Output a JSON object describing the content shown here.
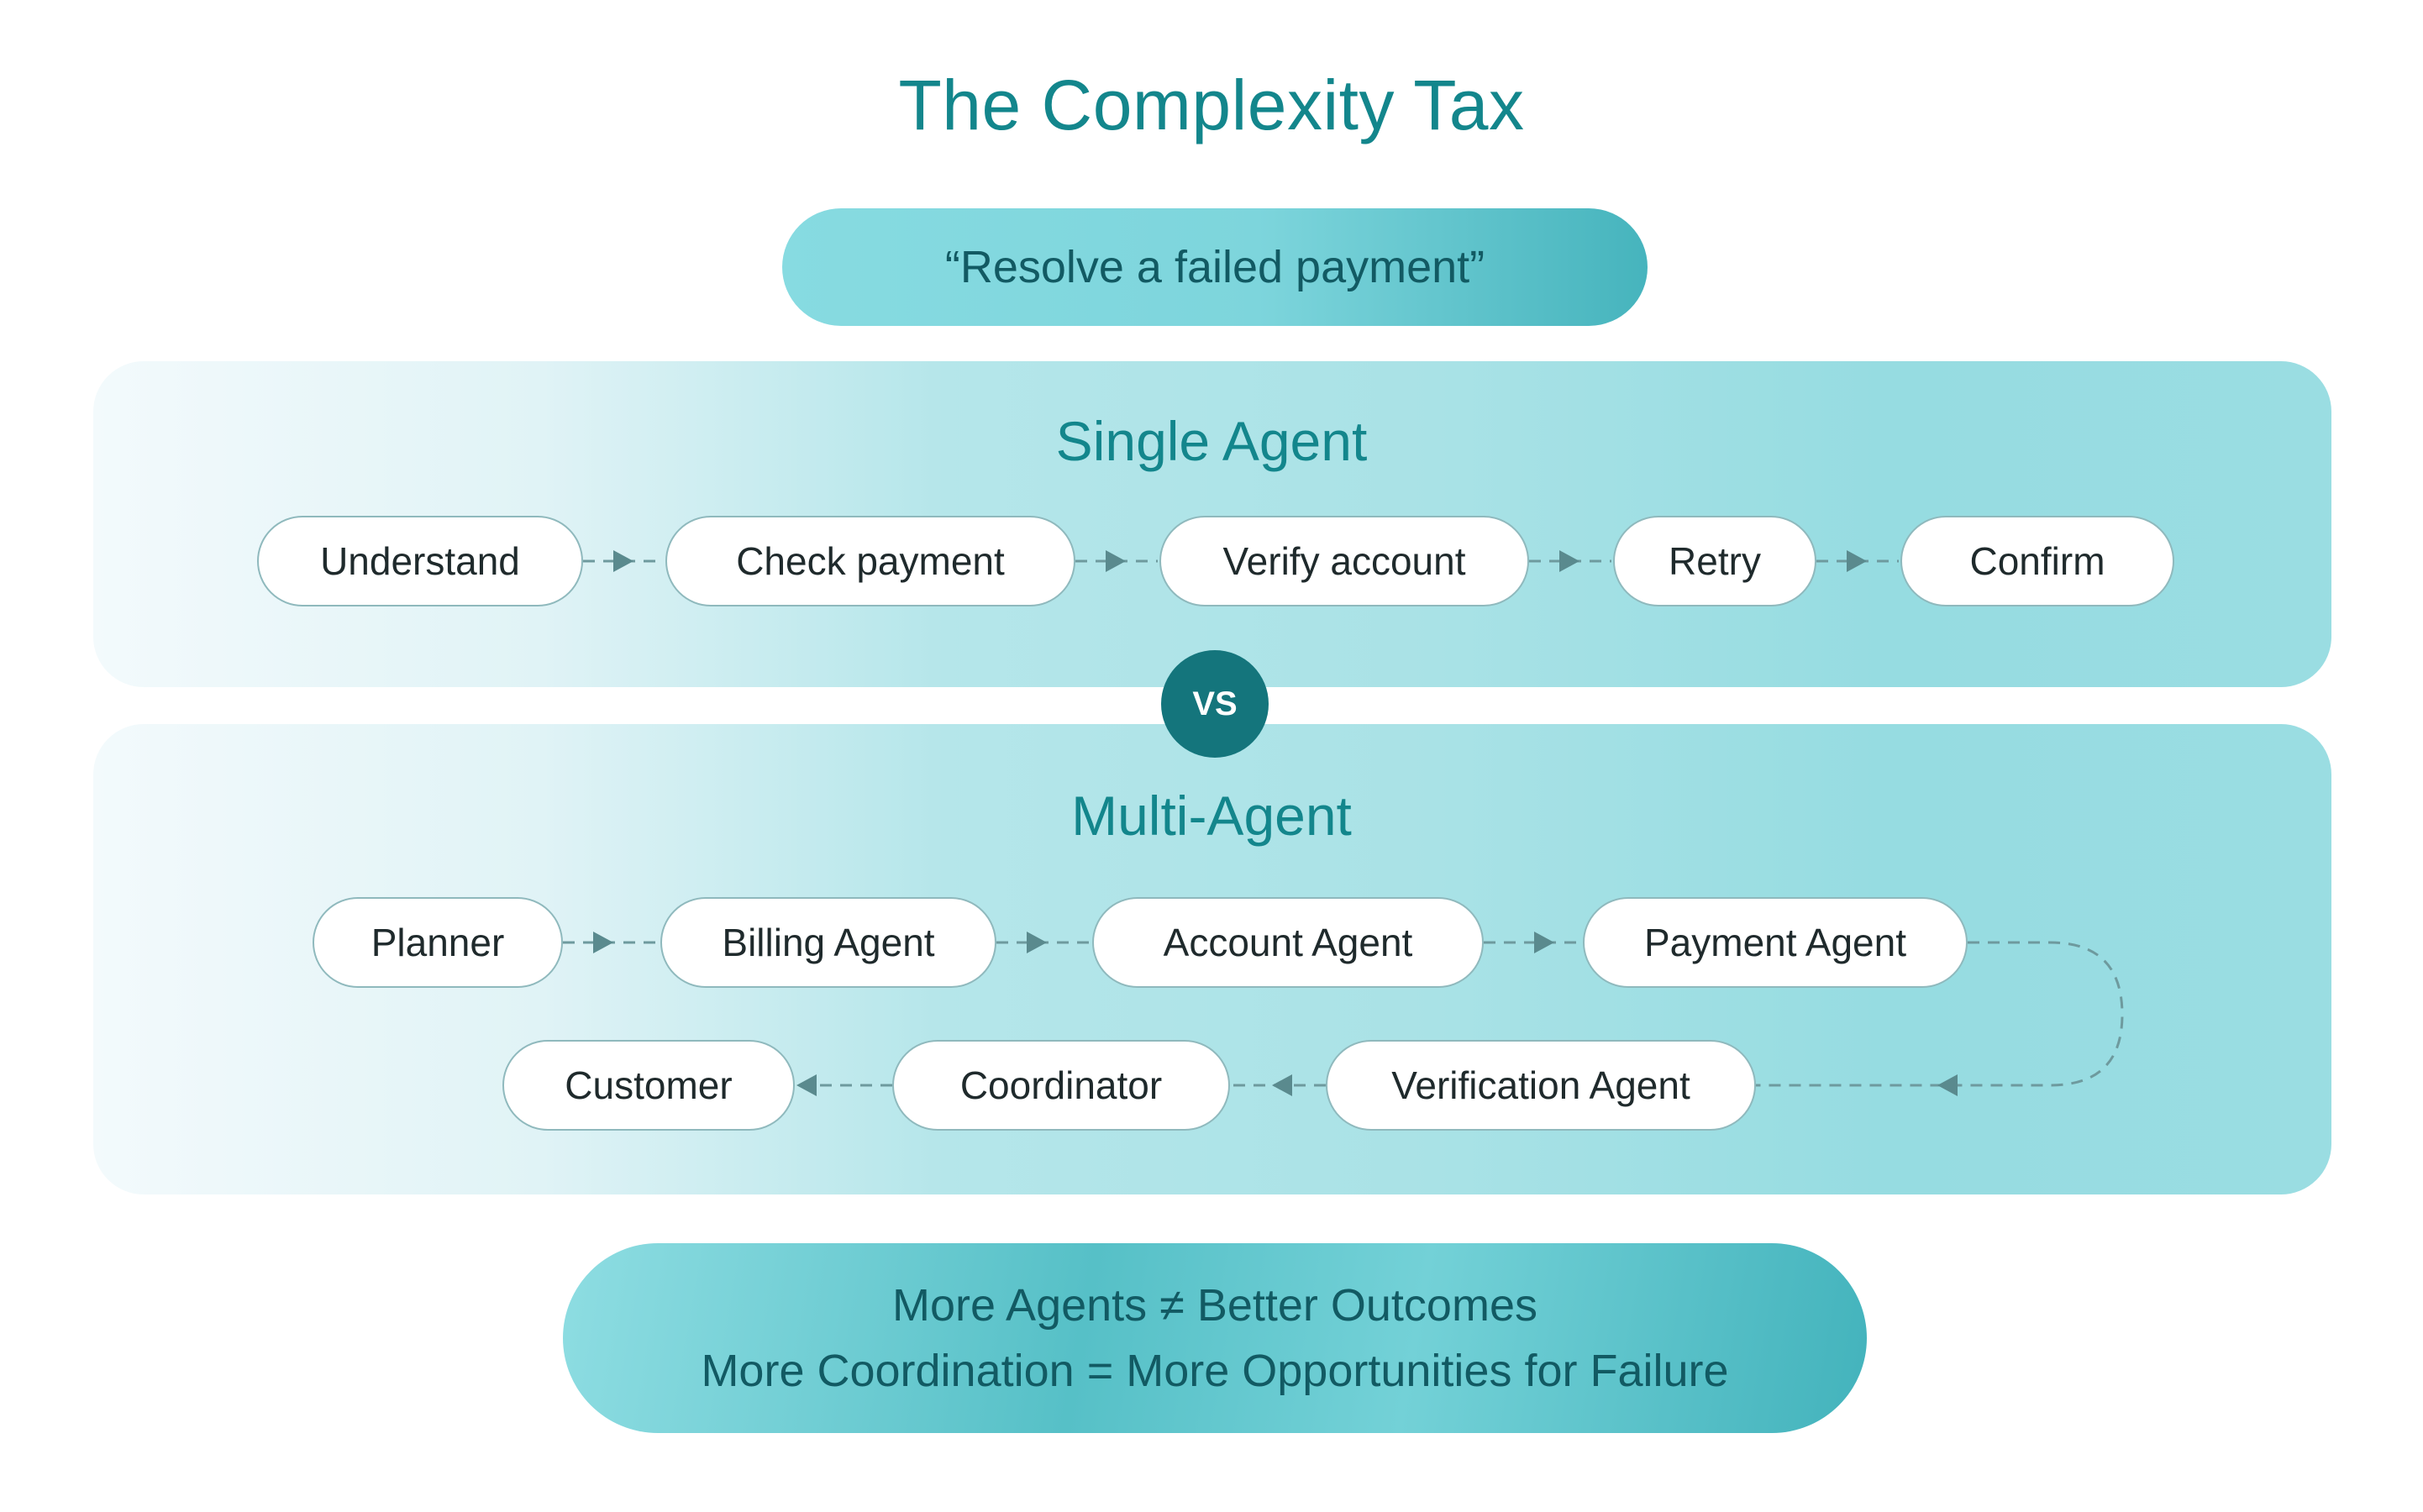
{
  "title": "The Complexity Tax",
  "query": "“Resolve a failed payment”",
  "single_agent": {
    "title": "Single Agent",
    "steps": [
      "Understand",
      "Check payment",
      "Verify account",
      "Retry",
      "Confirm"
    ]
  },
  "vs_label": "VS",
  "multi_agent": {
    "title": "Multi-Agent",
    "row1": [
      "Planner",
      "Billing Agent",
      "Account Agent",
      "Payment Agent"
    ],
    "row2": [
      "Customer",
      "Coordinator",
      "Verification Agent"
    ]
  },
  "conclusion": {
    "line1": "More Agents ≠ Better Outcomes",
    "line2": "More Coordination = More Opportunities for Failure"
  },
  "colors": {
    "accent": "#13868c",
    "dark_teal": "#14757c",
    "connector": "#5a8a8e"
  }
}
